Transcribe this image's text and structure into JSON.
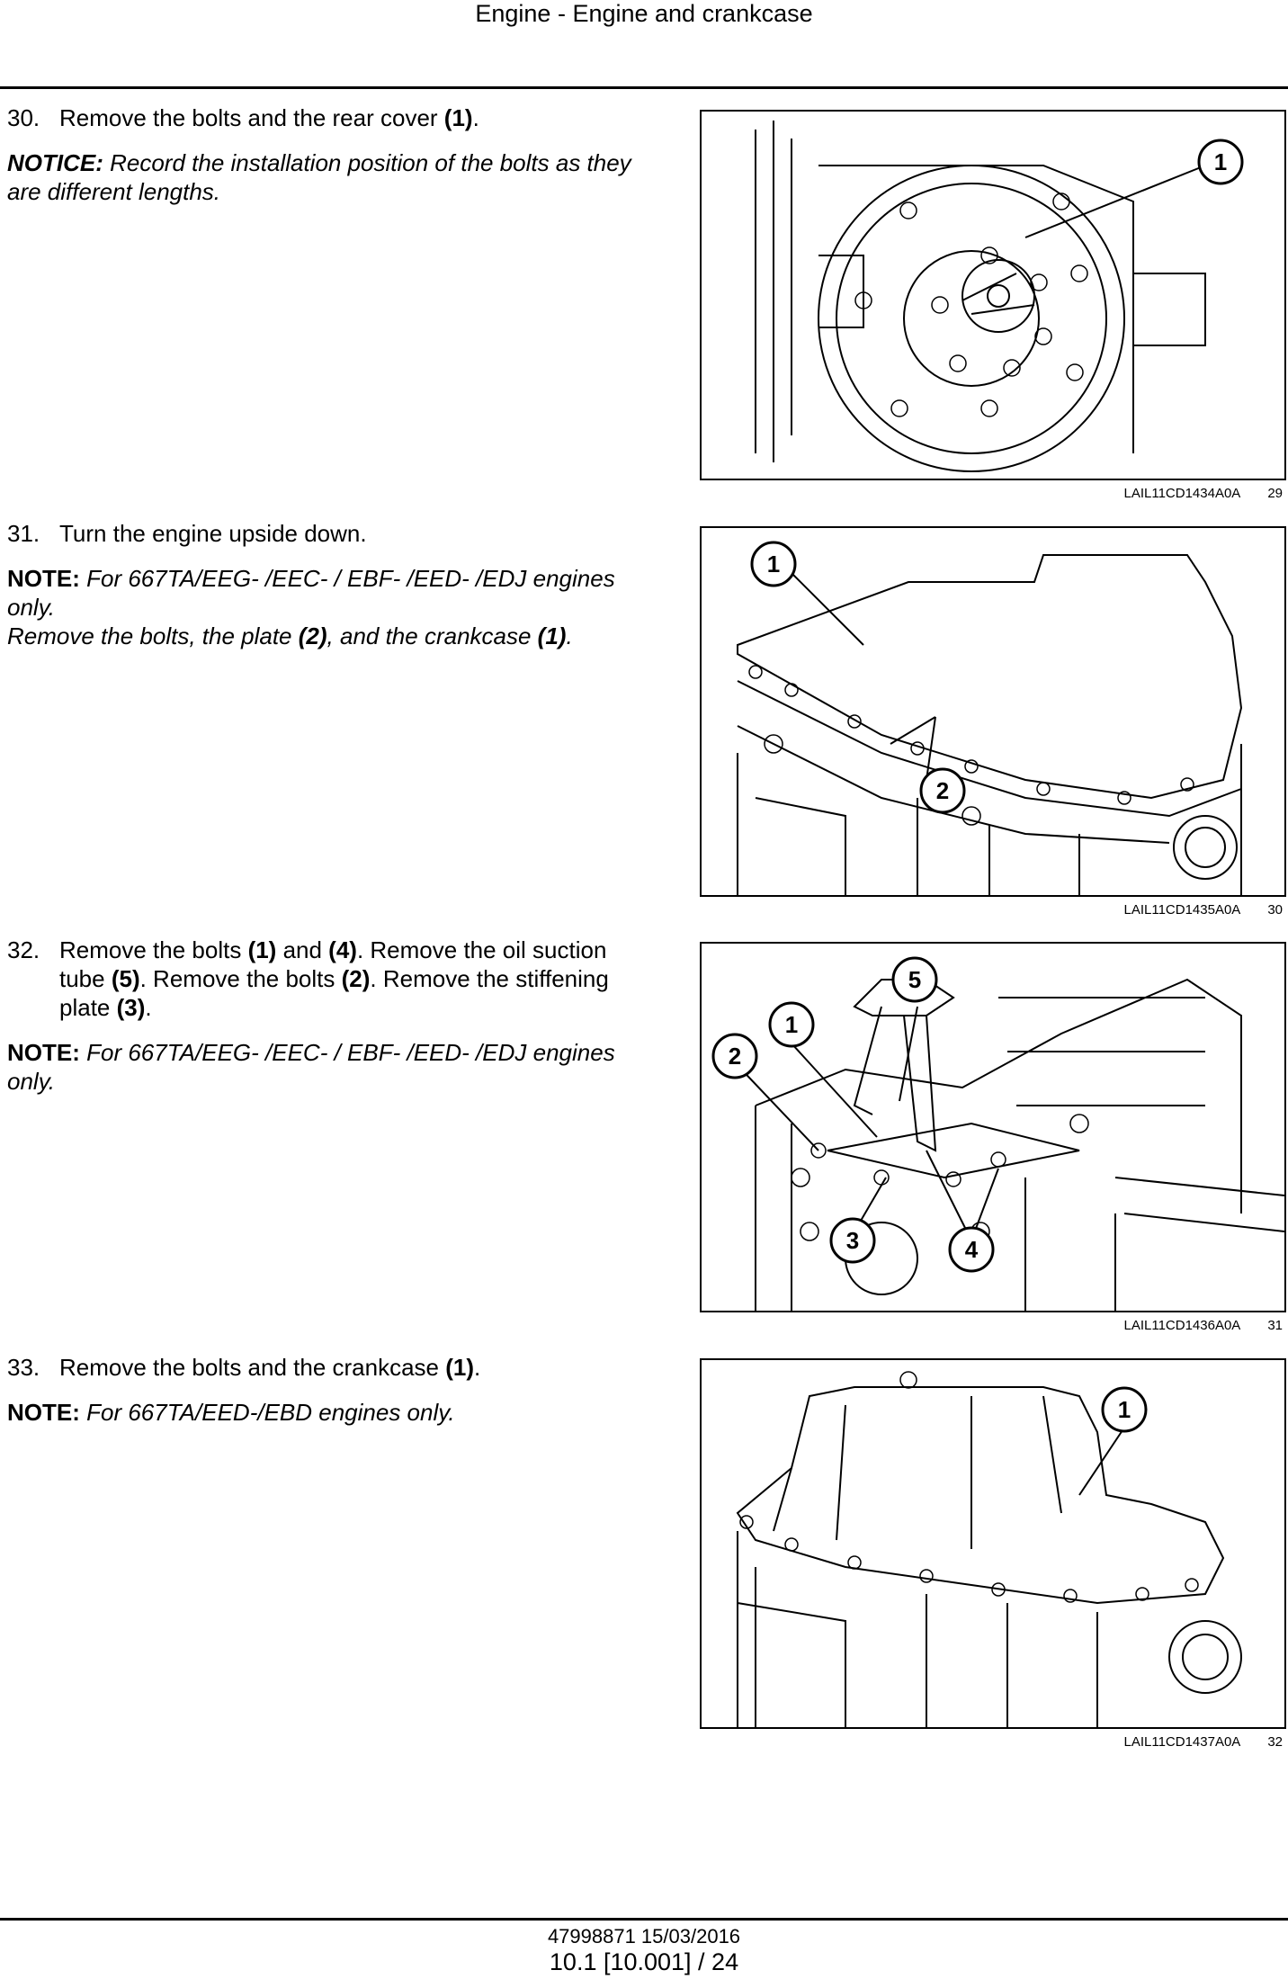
{
  "header": {
    "title": "Engine - Engine and crankcase"
  },
  "steps": [
    {
      "num": "30.",
      "text_a": "Remove the bolts and the rear cover ",
      "ref_a": "(1)",
      "text_end": ".",
      "note_label": "NOTICE:",
      "note_text": " Record the installation position of the bolts as they are different lengths."
    },
    {
      "num": "31.",
      "text_a": "Turn the engine upside down.",
      "note_label": "NOTE:",
      "note_text": " For 667TA/EEG- /EEC- / EBF- /EED- /EDJ engines only.",
      "extra_a": "Remove the bolts, the plate ",
      "extra_ref_a": "(2)",
      "extra_b": ", and the crankcase ",
      "extra_ref_b": "(1)",
      "extra_end": "."
    },
    {
      "num": "32.",
      "t1": "Remove the bolts ",
      "r1": "(1)",
      "t2": " and ",
      "r2": "(4)",
      "t3": ". Remove the oil suction tube ",
      "r3": "(5)",
      "t4": ". Remove the bolts ",
      "r4": "(2)",
      "t5": ". Remove the stiffening plate ",
      "r5": "(3)",
      "t6": ".",
      "note_label": "NOTE:",
      "note_text": " For 667TA/EEG- /EEC- / EBF- /EED- /EDJ engines only."
    },
    {
      "num": "33.",
      "text_a": "Remove the bolts and the crankcase ",
      "ref_a": "(1)",
      "text_end": ".",
      "note_label": "NOTE:",
      "note_text": " For 667TA/EED-/EBD engines only."
    }
  ],
  "figures": [
    {
      "code": "LAIL11CD1434A0A",
      "number": "29",
      "callouts": [
        "1"
      ]
    },
    {
      "code": "LAIL11CD1435A0A",
      "number": "30",
      "callouts": [
        "1",
        "2"
      ]
    },
    {
      "code": "LAIL11CD1436A0A",
      "number": "31",
      "callouts": [
        "1",
        "2",
        "3",
        "4",
        "5"
      ]
    },
    {
      "code": "LAIL11CD1437A0A",
      "number": "32",
      "callouts": [
        "1"
      ]
    }
  ],
  "footer": {
    "doc": "47998871 15/03/2016",
    "page": "10.1 [10.001] / 24"
  }
}
